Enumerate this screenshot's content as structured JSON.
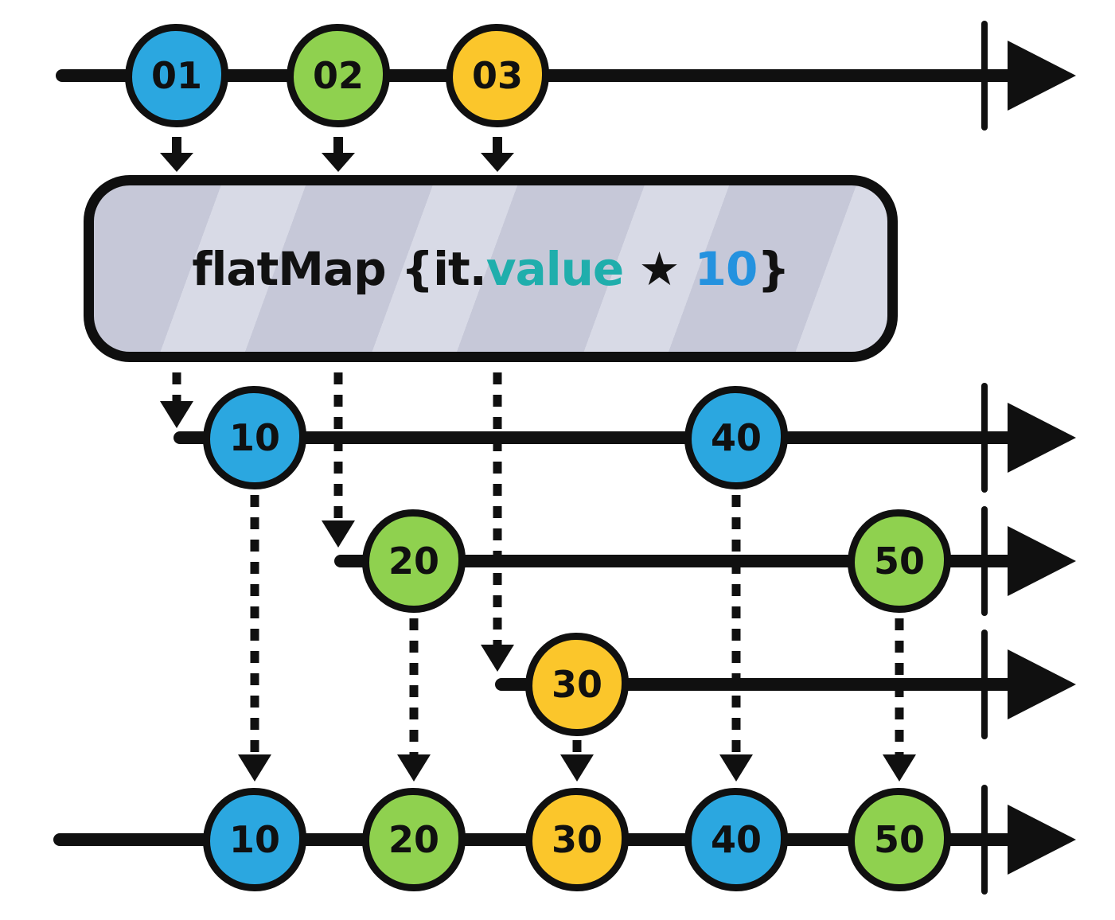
{
  "diagram": {
    "type": "marble-diagram",
    "operator_box": {
      "prefix": "flatMap {it.",
      "property": "value",
      "multiply": " ★ ",
      "factor": "10",
      "suffix": "}"
    },
    "colors": {
      "marble_blue": "#2BA7E0",
      "marble_green": "#8FD14F",
      "marble_yellow": "#FBC62B",
      "outline": "#101010",
      "box_fill": "#C6C8D8",
      "box_stripe": "#D8DAE6",
      "operator_property_text": "#1FAEAC",
      "operator_factor_text": "#2492DF"
    },
    "source_stream": {
      "marbles": [
        {
          "label": "01",
          "color": "blue"
        },
        {
          "label": "02",
          "color": "green"
        },
        {
          "label": "03",
          "color": "yellow"
        }
      ]
    },
    "inner_streams": [
      {
        "marbles": [
          {
            "label": "10",
            "color": "blue"
          },
          {
            "label": "40",
            "color": "blue"
          }
        ]
      },
      {
        "marbles": [
          {
            "label": "20",
            "color": "green"
          },
          {
            "label": "50",
            "color": "green"
          }
        ]
      },
      {
        "marbles": [
          {
            "label": "30",
            "color": "yellow"
          }
        ]
      }
    ],
    "output_stream": {
      "marbles": [
        {
          "label": "10",
          "color": "blue"
        },
        {
          "label": "20",
          "color": "green"
        },
        {
          "label": "30",
          "color": "yellow"
        },
        {
          "label": "40",
          "color": "blue"
        },
        {
          "label": "50",
          "color": "green"
        }
      ]
    }
  }
}
